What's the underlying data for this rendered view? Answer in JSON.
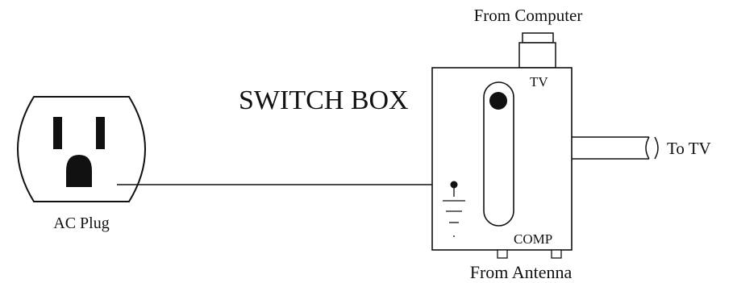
{
  "labels": {
    "from_computer": "From Computer",
    "switch_box": "SWITCH BOX",
    "tv": "TV",
    "to_tv": "To TV",
    "ac_plug": "AC Plug",
    "comp": "COMP",
    "from_antenna": "From Antenna"
  },
  "colors": {
    "ink": "#111111",
    "paper": "#ffffff"
  },
  "icons": {
    "outlet": "ac-outlet-icon",
    "ground": "ground-symbol-icon",
    "switch_knob": "switch-knob-icon"
  }
}
